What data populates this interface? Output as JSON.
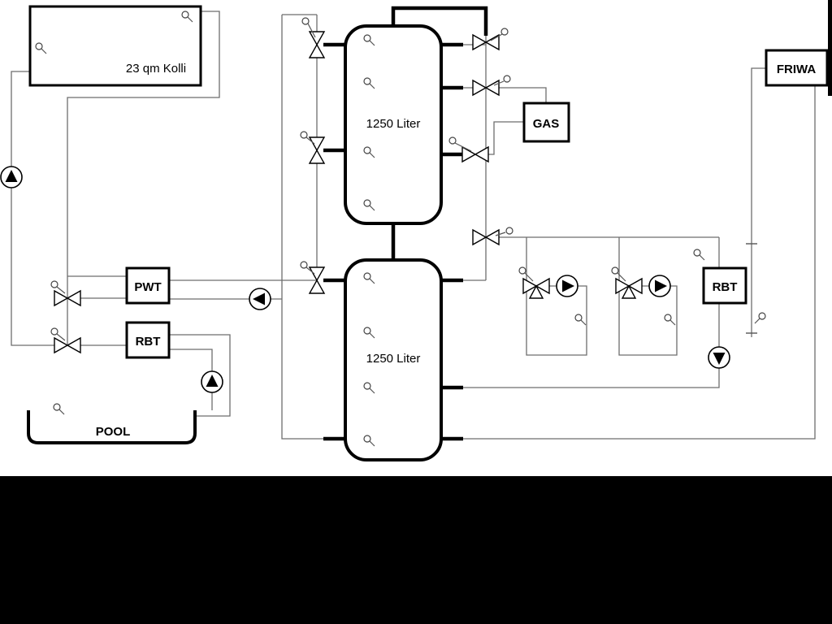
{
  "diagram": {
    "collector": {
      "label": "23 qm Kolli"
    },
    "tank_top": {
      "label": "1250 Liter"
    },
    "tank_bottom": {
      "label": "1250 Liter"
    },
    "gas": {
      "label": "GAS"
    },
    "friwa": {
      "label": "FRIWA"
    },
    "pwt": {
      "label": "PWT"
    },
    "rbt_pool": {
      "label": "RBT"
    },
    "rbt_right": {
      "label": "RBT"
    },
    "pool": {
      "label": "POOL"
    },
    "colors": {
      "background": "#ffffff",
      "letterbox": "#000000",
      "pipe_thin": "#6e6e6e",
      "pipe_main": "#000000"
    }
  }
}
